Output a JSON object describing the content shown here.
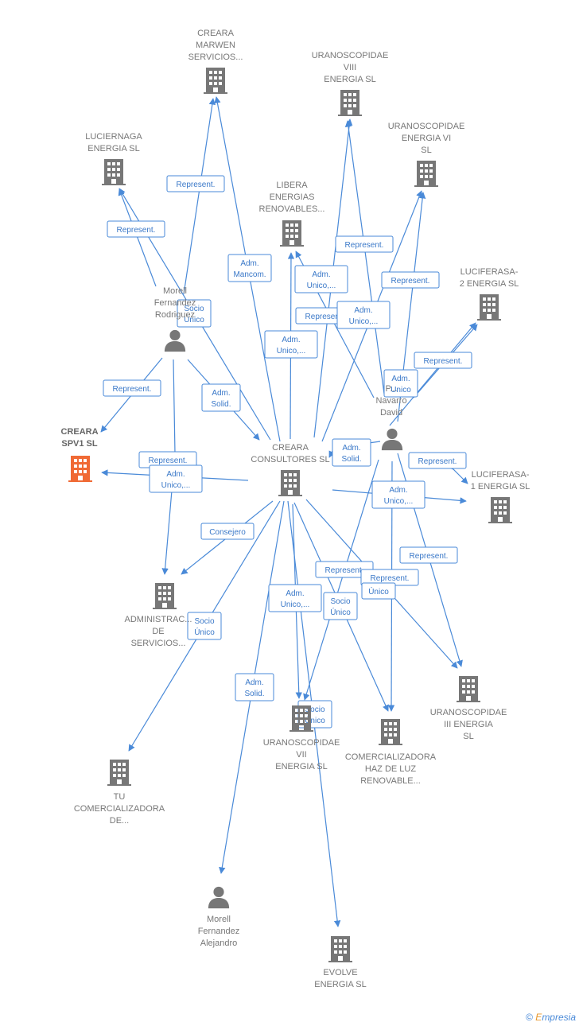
{
  "colors": {
    "edge": "#4a8ad8",
    "building": "#777777",
    "highlight": "#f06a35",
    "person": "#777777"
  },
  "nodes": [
    {
      "id": "marwen",
      "type": "company",
      "lines": [
        "CREARA",
        "MARWEN",
        "SERVICIOS..."
      ]
    },
    {
      "id": "uranoVIII",
      "type": "company",
      "lines": [
        "URANOSCOPIDAE",
        "VIII",
        "ENERGIA  SL"
      ]
    },
    {
      "id": "uranoVI",
      "type": "company",
      "lines": [
        "URANOSCOPIDAE",
        "ENERGIA VI",
        "SL"
      ]
    },
    {
      "id": "luciernaga",
      "type": "company",
      "lines": [
        "LUCIERNAGA",
        "ENERGIA  SL"
      ]
    },
    {
      "id": "libera",
      "type": "company",
      "lines": [
        "LIBERA",
        "ENERGIAS",
        "RENOVABLES..."
      ]
    },
    {
      "id": "lucif2",
      "type": "company",
      "lines": [
        "LUCIFERASA-",
        "2 ENERGIA  SL"
      ]
    },
    {
      "id": "morell1",
      "type": "person",
      "lines": [
        "Morell",
        "Fernandez",
        "Rodriguez"
      ]
    },
    {
      "id": "creara_spv1",
      "type": "company",
      "highlight": true,
      "lines": [
        "CREARA",
        "SPV1  SL"
      ]
    },
    {
      "id": "consultores",
      "type": "company",
      "lines": [
        "CREARA",
        "CONSULTORES SL"
      ]
    },
    {
      "id": "navarro",
      "type": "person",
      "lines": [
        "P...",
        "Navarro",
        "David"
      ]
    },
    {
      "id": "lucif1",
      "type": "company",
      "lines": [
        "LUCIFERASA-",
        "1 ENERGIA  SL"
      ]
    },
    {
      "id": "admin",
      "type": "company",
      "lines": [
        "ADMINISTRAC...",
        "DE",
        "SERVICIOS..."
      ]
    },
    {
      "id": "uranoIII",
      "type": "company",
      "lines": [
        "URANOSCOPIDAE",
        "III ENERGIA",
        "SL"
      ]
    },
    {
      "id": "uranoVII",
      "type": "company",
      "lines": [
        "URANOSCOPIDAE",
        "VII",
        "ENERGIA  SL"
      ]
    },
    {
      "id": "hazluz",
      "type": "company",
      "lines": [
        "COMERCIALIZADORA",
        "HAZ DE LUZ",
        "RENOVABLE..."
      ]
    },
    {
      "id": "tu",
      "type": "company",
      "lines": [
        "TU",
        "COMERCIALIZADORA",
        "DE..."
      ]
    },
    {
      "id": "morell2",
      "type": "person",
      "lines": [
        "Morell",
        "Fernandez",
        "Alejandro"
      ]
    },
    {
      "id": "evolve",
      "type": "company",
      "lines": [
        "EVOLVE",
        "ENERGIA  SL"
      ]
    }
  ],
  "edge_labels": [
    {
      "lines": [
        "Represent."
      ]
    },
    {
      "lines": [
        "Represent."
      ]
    },
    {
      "lines": [
        "Adm.",
        "Mancom."
      ]
    },
    {
      "lines": [
        "Socio",
        "Único"
      ]
    },
    {
      "lines": [
        "Adm.",
        "Unico,..."
      ]
    },
    {
      "lines": [
        "Represent."
      ]
    },
    {
      "lines": [
        "Represent."
      ]
    },
    {
      "lines": [
        "Adm.",
        "Unico,..."
      ]
    },
    {
      "lines": [
        "Represent."
      ]
    },
    {
      "lines": [
        "Adm.",
        "Unico,..."
      ]
    },
    {
      "lines": [
        "Represent."
      ]
    },
    {
      "lines": [
        "Adm.",
        "Unico"
      ]
    },
    {
      "lines": [
        "Represent."
      ]
    },
    {
      "lines": [
        "Adm.",
        "Solid."
      ]
    },
    {
      "lines": [
        "Adm.",
        "Solid."
      ]
    },
    {
      "lines": [
        "Represent."
      ]
    },
    {
      "lines": [
        "Adm.",
        "Unico,..."
      ]
    },
    {
      "lines": [
        "Represent."
      ]
    },
    {
      "lines": [
        "Adm.",
        "Unico,..."
      ]
    },
    {
      "lines": [
        "Consejero"
      ]
    },
    {
      "lines": [
        "Represent."
      ]
    },
    {
      "lines": [
        "Represent."
      ]
    },
    {
      "lines": [
        "Represent."
      ]
    },
    {
      "lines": [
        "Único"
      ]
    },
    {
      "lines": [
        "Adm.",
        "Unico,..."
      ]
    },
    {
      "lines": [
        "Socio",
        "Único"
      ]
    },
    {
      "lines": [
        "Socio",
        "Único"
      ]
    },
    {
      "lines": [
        "Adm.",
        "Solid."
      ]
    },
    {
      "lines": [
        "Socio",
        "Único"
      ]
    }
  ],
  "footer": {
    "symbol": "©",
    "brand_first": "E",
    "brand_rest": "mpresia"
  }
}
